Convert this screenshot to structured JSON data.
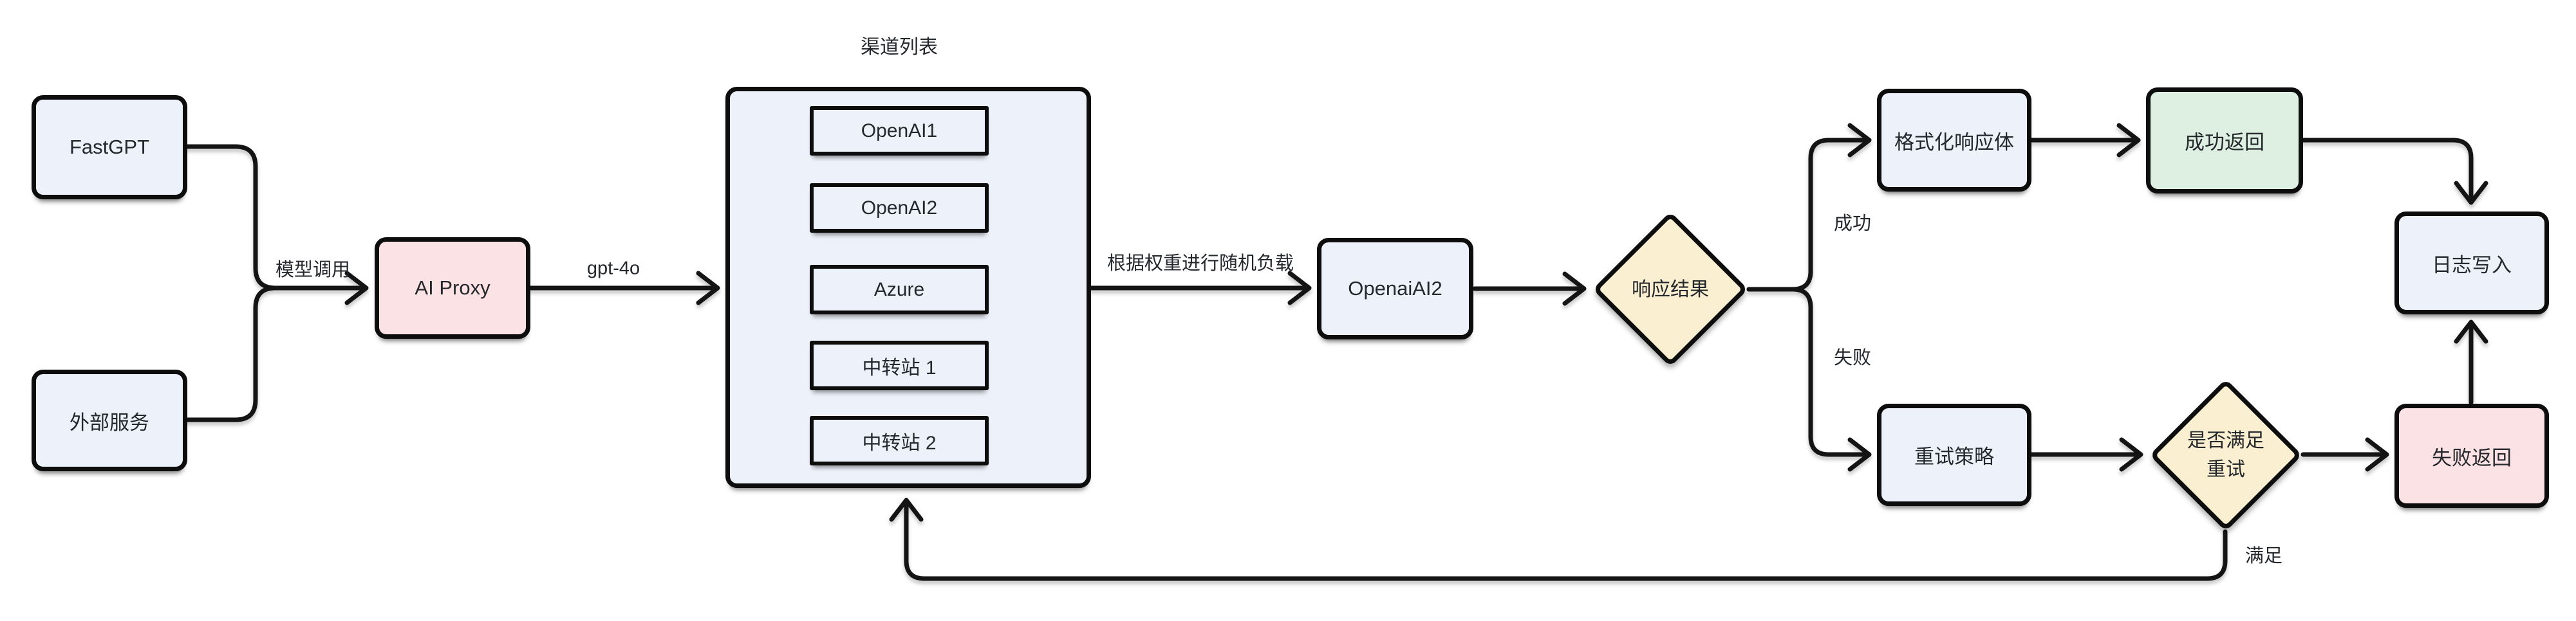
{
  "diagram": {
    "title": "渠道列表",
    "nodes": {
      "fastgpt": {
        "label": "FastGPT"
      },
      "external": {
        "label": "外部服务"
      },
      "aiproxy": {
        "label": "AI Proxy"
      },
      "openaiai2": {
        "label": "OpenaiAI2"
      },
      "response": {
        "label": "响应结果"
      },
      "format": {
        "label": "格式化响应体"
      },
      "success": {
        "label": "成功返回"
      },
      "log": {
        "label": "日志写入"
      },
      "retry": {
        "label": "重试策略"
      },
      "retry_check": {
        "label_line1": "是否满足",
        "label_line2": "重试"
      },
      "fail": {
        "label": "失败返回"
      }
    },
    "channels": [
      {
        "label": "OpenAI1"
      },
      {
        "label": "OpenAI2"
      },
      {
        "label": "Azure"
      },
      {
        "label": "中转站 1"
      },
      {
        "label": "中转站 2"
      }
    ],
    "edge_labels": {
      "model_call": "模型调用",
      "model_name": "gpt-4o",
      "load_balance": "根据权重进行随机负载",
      "ok": "成功",
      "ko": "失败",
      "satisfy": "满足"
    },
    "colors": {
      "node_blue": "#EDF1FA",
      "node_pink": "#FBE2E4",
      "node_green": "#DEF0E1",
      "node_yellow": "#FAF0D1",
      "border": "#0D0D0E",
      "edge": "#141414",
      "text": "#24272C",
      "canvas": "#FFFFFF"
    }
  }
}
